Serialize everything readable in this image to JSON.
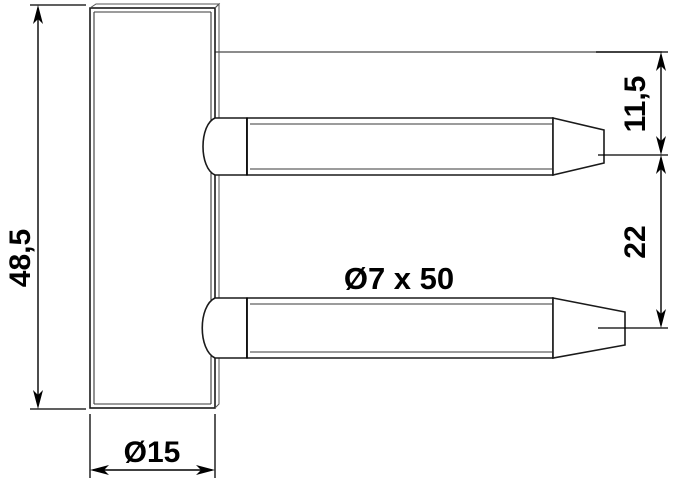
{
  "drawing": {
    "title": "Hinge pin technical drawing",
    "units": "mm",
    "background_color": "#ffffff",
    "line_color": "#1a1a1a",
    "centerline_color": "#666666"
  },
  "dimensions": {
    "plate_height": {
      "value": "48,5",
      "orientation": "vertical",
      "position": "left",
      "name": "overall-plate-height"
    },
    "plate_width": {
      "value": "Ø15",
      "orientation": "horizontal",
      "position": "bottom",
      "name": "plate-diameter-width"
    },
    "top_offset": {
      "value": "11,5",
      "orientation": "vertical",
      "position": "right",
      "name": "top-pin-offset"
    },
    "pin_spacing": {
      "value": "22",
      "orientation": "vertical",
      "position": "right",
      "name": "pin-center-spacing"
    }
  },
  "labels": {
    "pin_spec": "Ø7 x 50"
  },
  "parts": {
    "plate": {
      "name": "hinge-plate"
    },
    "upper_pin": {
      "name": "upper-pin"
    },
    "lower_pin": {
      "name": "lower-pin"
    }
  }
}
